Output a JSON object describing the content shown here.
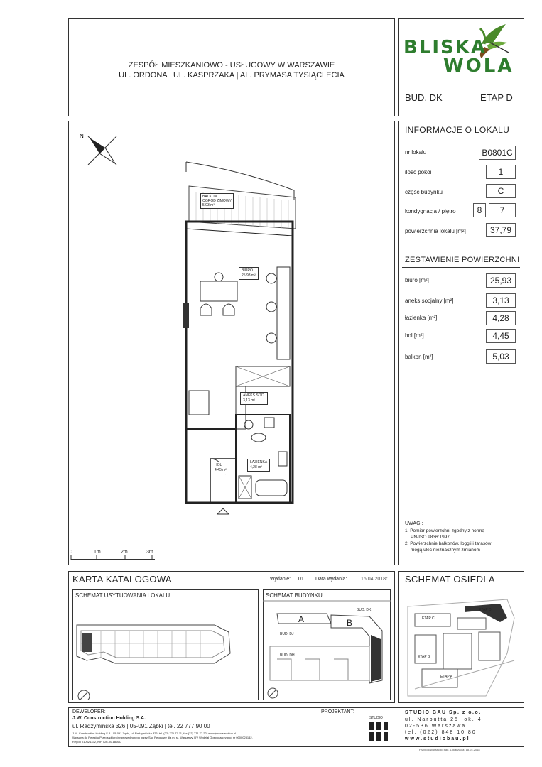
{
  "header": {
    "title_line1": "ZESPÓŁ MIESZKANIOWO - USŁUGOWY W WARSZAWIE",
    "title_line2": "UL. ORDONA | UL. KASPRZAKA | AL. PRYMASA TYSIĄCLECIA",
    "logo_line1": "BLISKA",
    "logo_line2": "WOLA",
    "building": "BUD. DK",
    "stage": "ETAP D"
  },
  "info": {
    "heading": "INFORMACJE O LOKALU",
    "unit_no_label": "nr lokalu",
    "unit_no": "B0801C",
    "rooms_label": "ilość pokoi",
    "rooms": "1",
    "part_label": "część budynku",
    "part": "C",
    "floor_label": "kondygnacja / piętro",
    "level": "8",
    "floor": "7",
    "area_label": "powierzchnia lokalu [m²]",
    "area": "37,79"
  },
  "areas": {
    "heading": "ZESTAWIENIE POWIERZCHNI",
    "items": [
      {
        "label": "biuro [m²]",
        "value": "25,93"
      },
      {
        "label": "aneks socjalny [m²]",
        "value": "3,13"
      },
      {
        "label": "łazienka [m²]",
        "value": "4,28"
      },
      {
        "label": "hol [m²]",
        "value": "4,45"
      },
      {
        "label": "balkon [m²]",
        "value": "5,03"
      }
    ]
  },
  "notes": {
    "title": "UWAGI:",
    "line1": "1. Pomiar powierzchni zgodny z normą",
    "line2": "PN-ISO 9836:1997",
    "line3": "2. Powierzchnie balkonów, loggii i tarasów",
    "line4": "mogą ulec nieznacznym zmianom"
  },
  "plan": {
    "room_biuro": "BIURO",
    "room_biuro_area": "25,93 m²",
    "room_aneks": "ANEKS SOC.",
    "room_aneks_area": "3,13 m²",
    "room_hol": "HOL",
    "room_hol_area": "4,45 m²",
    "room_lazienka": "ŁAZIENKA",
    "room_lazienka_area": "4,28 m²",
    "room_balkon": "BALKON",
    "room_balkon_sub": "OGRÓD ZIMOWY",
    "room_balkon_area": "5,03 m²",
    "scale_0": "0",
    "scale_1": "1m",
    "scale_2": "2m",
    "scale_3": "3m"
  },
  "catalog": {
    "title": "KARTA KATALOGOWA",
    "edition_label": "Wydanie:",
    "edition": "01",
    "date_label": "Data wydania:",
    "date": "16.04.2018r",
    "location_title": "SCHEMAT USYTUOWANIA LOKALU",
    "building_title": "SCHEMAT BUDYNKU",
    "bud_a": "A",
    "bud_b": "B",
    "bud_dk": "BUD. DK",
    "bud_dh": "BUD. DH",
    "bud_dj": "BUD. DJ"
  },
  "estate": {
    "title": "SCHEMAT OSIEDLA",
    "etap_d": "ETAP D",
    "etap_a": "ETAP A",
    "etap_b": "ETAP B",
    "etap_c": "ETAP C"
  },
  "footer": {
    "developer_label": "DEWELOPER:",
    "developer_name": "J.W. Construction Holding S.A.",
    "developer_address": "ul. Radzymińska 326  |  05-091 Ząbki  |  tel. 22 777 90 00",
    "developer_fine1": "J.W. Construction Holding S.A., 05-091 Ząbki, ul. Radzymińska 326, tel. (22) 771 77 11, fax (22) 771 77 22, www.jwconstruction.pl",
    "developer_fine2": "Wpisana do Rejestru Przedsiębiorców prowadzonego przez Sąd Rejonowy dla m. st. Warszawy XIV Wydział Gospodarczy pod nr 0000028142,",
    "developer_fine3": "Regon 010621332, NIP 526-00-18-887",
    "designer_label": "PROJEKTANT:",
    "studio_line1": "STUDIO BAU Sp. z o.o.",
    "studio_line2": "ul. Narbutta 25 lok. 4",
    "studio_line3": "02-536 Warszawa",
    "studio_line4": "tel. (022) 848 10 80",
    "studio_line5": "www.studiobau.pl",
    "bottom_note": "Przygotował studio bau. Lokalizacja: 18.04.2018"
  },
  "colors": {
    "logo_green": "#2e7d2e",
    "logo_dark": "#1b4d1b",
    "line": "#333333"
  }
}
